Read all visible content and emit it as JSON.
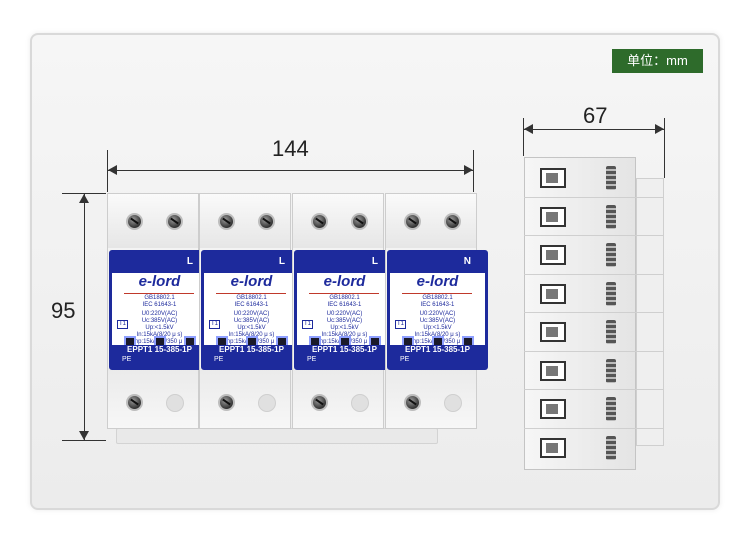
{
  "unit_label": "单位：mm",
  "dimensions": {
    "width_front": "144",
    "height_front": "95",
    "width_side": "67"
  },
  "modules": [
    {
      "phase": "L"
    },
    {
      "phase": "L"
    },
    {
      "phase": "L"
    },
    {
      "phase": "N"
    }
  ],
  "label_text": {
    "brand": "e-lord",
    "std1": "GB18802.1",
    "std2": "IEC 61643-1",
    "spec1": "U0:220V(AC)",
    "spec2": "Uc:385V(AC)",
    "spec3": "Up:<1.5kV",
    "spec4": "In:15kA(8/20 μ s)",
    "spec5": "Iimp:15kA(10/350 μ s)",
    "class": "T1",
    "model": "EPPT1 15-385-1P",
    "pe": "PE"
  },
  "colors": {
    "label_blue": "#1d2a9c",
    "badge_green": "#2e6b2b"
  }
}
